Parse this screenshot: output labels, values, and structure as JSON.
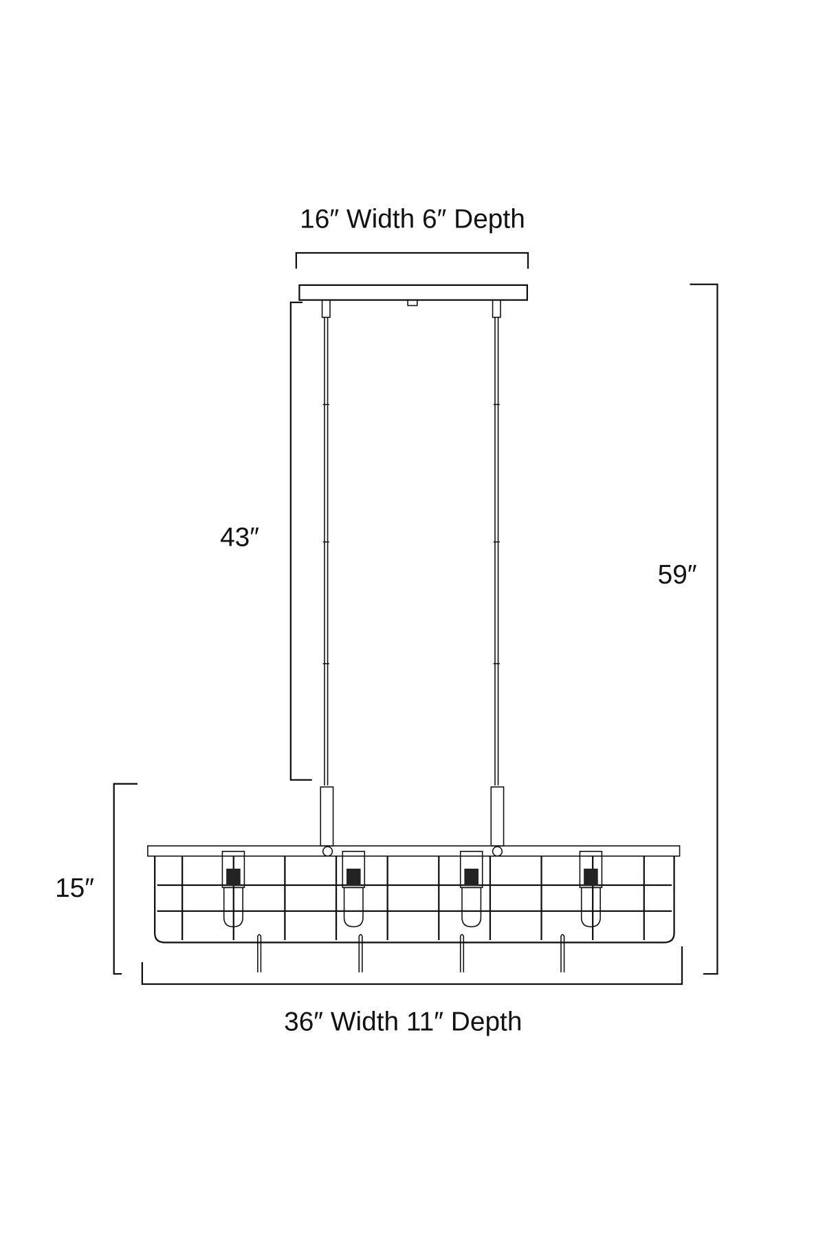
{
  "labels": {
    "canopy": "16″ Width  6″ Depth",
    "rod_length": "43″",
    "overall_height": "59″",
    "cage_height": "15″",
    "cage": "36″ Width 11″ Depth"
  },
  "fixture": {
    "bulbs": 4,
    "colors": {
      "line": "#111111",
      "background": "#ffffff"
    }
  }
}
